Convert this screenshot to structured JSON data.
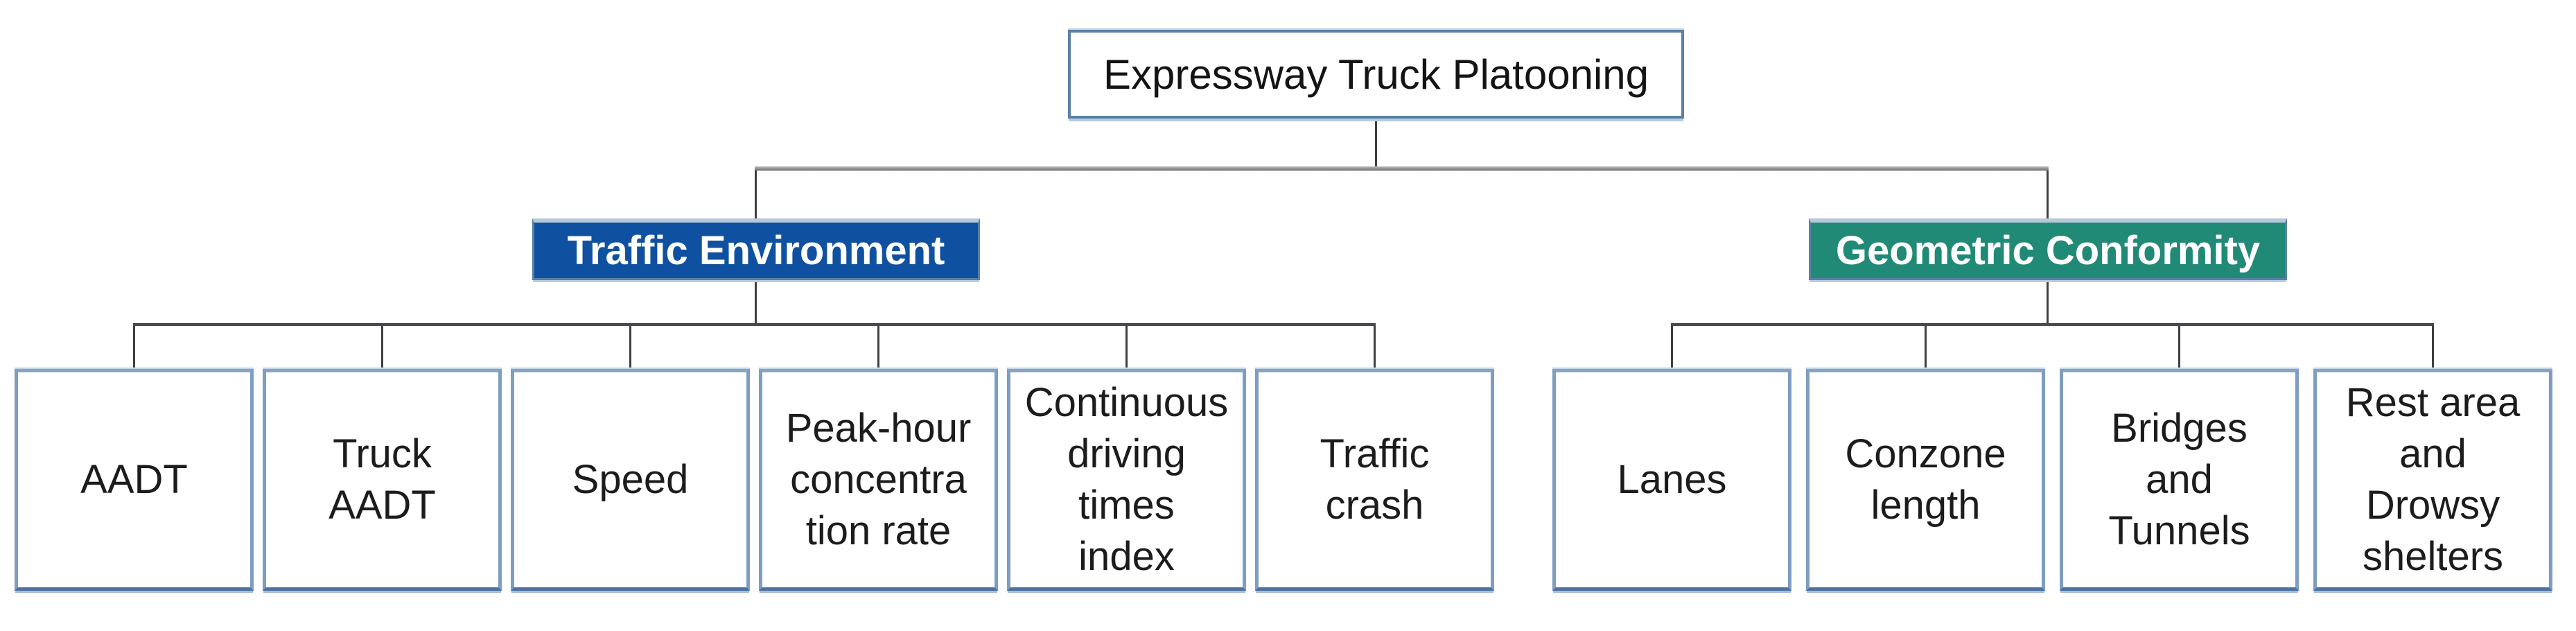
{
  "root": {
    "label": "Expressway Truck Platooning"
  },
  "branches": [
    {
      "label": "Traffic Environment",
      "children": [
        {
          "label": "AADT"
        },
        {
          "label": "Truck\nAADT"
        },
        {
          "label": "Speed"
        },
        {
          "label": "Peak-hour\nconcentra\ntion rate"
        },
        {
          "label": "Continuous\ndriving\ntimes\nindex"
        },
        {
          "label": "Traffic\ncrash"
        }
      ]
    },
    {
      "label": "Geometric Conformity",
      "children": [
        {
          "label": "Lanes"
        },
        {
          "label": "Conzone\nlength"
        },
        {
          "label": "Bridges\nand\nTunnels"
        },
        {
          "label": "Rest area\nand\nDrowsy\nshelters"
        }
      ]
    }
  ],
  "colors": {
    "traffic-header": "#0f51a0",
    "geometric-header": "#218a76",
    "box-border": "#7d9dc2",
    "root-border": "#5b80a8",
    "connector-dark": "#46494d",
    "connector-light": "#9d9d9d"
  }
}
